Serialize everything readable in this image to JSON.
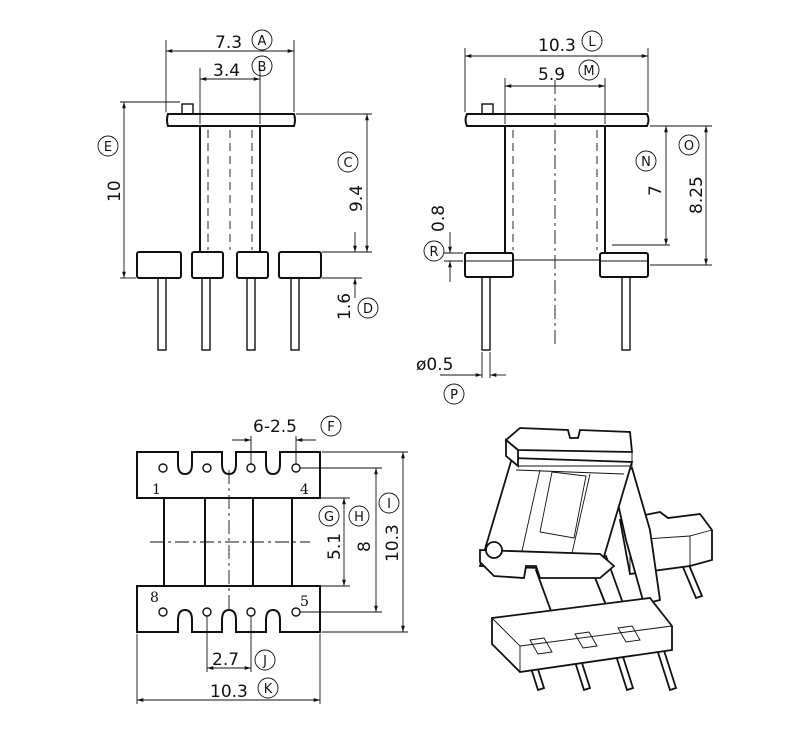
{
  "dimensions": {
    "A": "7.3",
    "B": "3.4",
    "C": "9.4",
    "D": "1.6",
    "E": "10",
    "F": "6-2.5",
    "G": "5.1",
    "H": "8",
    "I": "10.3",
    "J": "2.7",
    "K": "10.3",
    "L": "10.3",
    "M": "5.9",
    "N": "7",
    "O": "8.25",
    "P": "ø0.5",
    "R": "0.8"
  },
  "circle_labels": {
    "A": "A",
    "B": "B",
    "C": "C",
    "D": "D",
    "E": "E",
    "F": "F",
    "G": "G",
    "H": "H",
    "I": "I",
    "J": "J",
    "K": "K",
    "L": "L",
    "M": "M",
    "N": "N",
    "O": "O",
    "P": "P",
    "R": "R"
  },
  "pins": {
    "p1": "1",
    "p4": "4",
    "p8": "8",
    "p5": "5"
  }
}
